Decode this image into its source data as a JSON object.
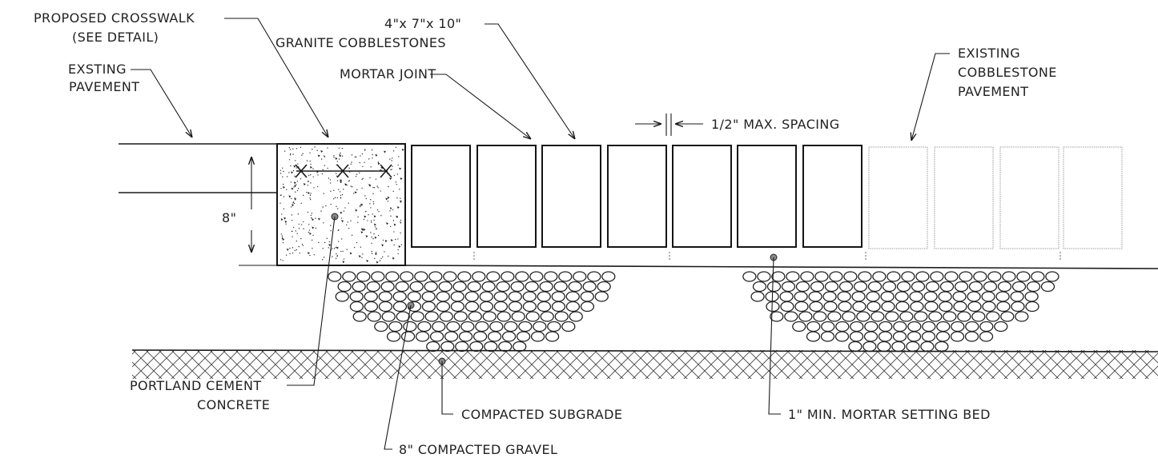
{
  "labels": {
    "proposed_crosswalk": "PROPOSED CROSSWALK",
    "see_detail": "(SEE DETAIL)",
    "existing_pavement_1": "EXSTING",
    "existing_pavement_2": "PAVEMENT",
    "stone_size": "4\"x 7\"x 10\"",
    "granite_cobblestones": "GRANITE COBBLESTONES",
    "mortar_joint": "MORTAR JOINT",
    "max_spacing": "1/2\" MAX. SPACING",
    "existing_cobble_1": "EXISTING",
    "existing_cobble_2": "COBBLESTONE",
    "existing_cobble_3": "PAVEMENT",
    "depth": "8\"",
    "pcc_1": "PORTLAND CEMENT",
    "pcc_2": "CONCRETE",
    "subgrade": "COMPACTED SUBGRADE",
    "gravel": "8\" COMPACTED GRAVEL",
    "setting_bed": "1\" MIN. MORTAR SETTING BED"
  }
}
